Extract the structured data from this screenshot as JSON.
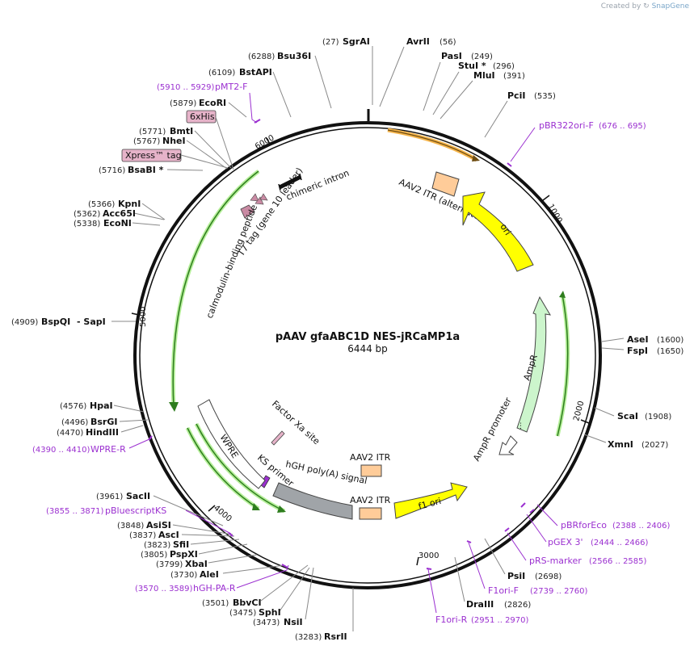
{
  "credit": {
    "prefix": "Created by",
    "brand": "SnapGene"
  },
  "plasmid": {
    "name": "pAAV gfaABC1D NES-jRCaMP1a",
    "length": "6444 bp"
  },
  "ticks": [
    "1000",
    "2000",
    "3000",
    "4000",
    "5000",
    "6000"
  ],
  "enzymes": [
    {
      "name": "SgrAI",
      "pos": "(27)"
    },
    {
      "name": "AvrII",
      "pos": "(56)"
    },
    {
      "name": "PasI",
      "pos": "(249)"
    },
    {
      "name": "StuI *",
      "pos": "(296)"
    },
    {
      "name": "MluI",
      "pos": "(391)"
    },
    {
      "name": "PciI",
      "pos": "(535)"
    },
    {
      "name": "AseI",
      "pos": "(1600)"
    },
    {
      "name": "FspI",
      "pos": "(1650)"
    },
    {
      "name": "ScaI",
      "pos": "(1908)"
    },
    {
      "name": "XmnI",
      "pos": "(2027)"
    },
    {
      "name": "PsiI",
      "pos": "(2698)"
    },
    {
      "name": "DraIII",
      "pos": "(2826)"
    },
    {
      "name": "RsrII",
      "pos": "(3283)"
    },
    {
      "name": "NsiI",
      "pos": "(3473)"
    },
    {
      "name": "SphI",
      "pos": "(3475)"
    },
    {
      "name": "BbvCI",
      "pos": "(3501)"
    },
    {
      "name": "AleI",
      "pos": "(3730)"
    },
    {
      "name": "XbaI",
      "pos": "(3799)"
    },
    {
      "name": "PspXI",
      "pos": "(3805)"
    },
    {
      "name": "SfiI",
      "pos": "(3823)"
    },
    {
      "name": "AscI",
      "pos": "(3837)"
    },
    {
      "name": "AsiSI",
      "pos": "(3848)"
    },
    {
      "name": "SacII",
      "pos": "(3961)"
    },
    {
      "name": "HindIII",
      "pos": "(4470)"
    },
    {
      "name": "BsrGI",
      "pos": "(4496)"
    },
    {
      "name": "HpaI",
      "pos": "(4576)"
    },
    {
      "name": "BspQI",
      "pos": "(4909)"
    },
    {
      "name": "- SapI",
      "pos": ""
    },
    {
      "name": "EcoNI",
      "pos": "(5338)"
    },
    {
      "name": "Acc65I",
      "pos": "(5362)"
    },
    {
      "name": "KpnI",
      "pos": "(5366)"
    },
    {
      "name": "BsaBI *",
      "pos": "(5716)"
    },
    {
      "name": "NheI",
      "pos": "(5767)"
    },
    {
      "name": "BmtI",
      "pos": "(5771)"
    },
    {
      "name": "EcoRI",
      "pos": "(5879)"
    },
    {
      "name": "BstAPI",
      "pos": "(6109)"
    },
    {
      "name": "Bsu36I",
      "pos": "(6288)"
    }
  ],
  "primers": [
    {
      "name": "pMT2-F",
      "range": "(5910 .. 5929)"
    },
    {
      "name": "pBR322ori-F",
      "range": "(676 .. 695)"
    },
    {
      "name": "pBRforEco",
      "range": "(2388 .. 2406)"
    },
    {
      "name": "pGEX 3'",
      "range": "(2444 .. 2466)"
    },
    {
      "name": "pRS-marker",
      "range": "(2566 .. 2585)"
    },
    {
      "name": "F1ori-F",
      "range": "(2739 .. 2760)"
    },
    {
      "name": "F1ori-R",
      "range": "(2951 .. 2970)"
    },
    {
      "name": "hGH-PA-R",
      "range": "(3570 .. 3589)"
    },
    {
      "name": "pBluescriptKS",
      "range": "(3855 .. 3871)"
    },
    {
      "name": "WPRE-R",
      "range": "(4390 .. 4410)"
    }
  ],
  "tags": [
    "6xHis",
    "Xpress™ tag"
  ],
  "features": {
    "itr_alt": "AAV2 ITR (alternate)",
    "ori": "ori",
    "ampr": "AmpR",
    "ampr_promoter": "AmpR promoter",
    "f1_ori": "f1 ori",
    "itr": "AAV2 ITR",
    "hgh": "hGH poly(A) signal",
    "factor_xa": "Factor Xa site",
    "ks_primer": "KS primer",
    "wpre": "WPRE",
    "cbp": "calmodulin-binding peptide",
    "t7": "T7 tag (gene 10 leader)",
    "intron": "chimeric intron"
  },
  "colors": {
    "backbone": "#111111",
    "ori": "#ffff00",
    "ampr": "#ccf5cc",
    "itr": "#ffcc99",
    "hgh": "#a0a4a8",
    "tag": "#e6b3c9",
    "primer": "#9b30d0",
    "green_line": "#2e7d1e"
  }
}
